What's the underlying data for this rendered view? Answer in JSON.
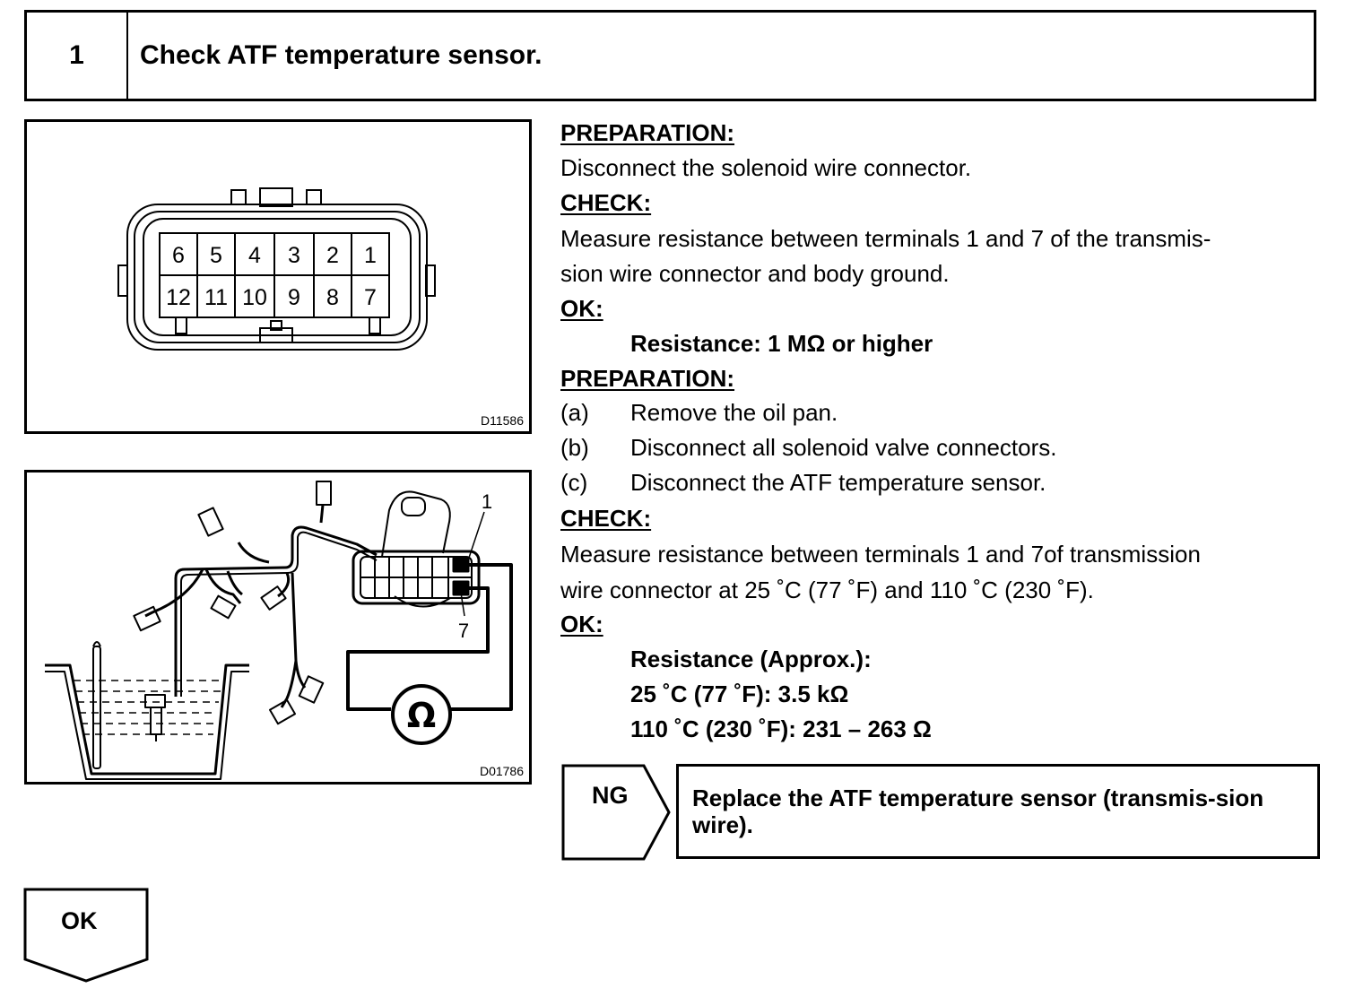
{
  "header": {
    "step_number": "1",
    "title": "Check ATF temperature sensor."
  },
  "figure1": {
    "code": "D11586",
    "pins_top": [
      "6",
      "5",
      "4",
      "3",
      "2",
      "1"
    ],
    "pins_bottom": [
      "12",
      "11",
      "10",
      "9",
      "8",
      "7"
    ]
  },
  "figure2": {
    "code": "D01786",
    "label_terminal_1": "1",
    "label_terminal_7": "7",
    "ohm_symbol": "Ω"
  },
  "instructions": {
    "prep1_heading": "PREPARATION:",
    "prep1_text": "Disconnect the solenoid wire connector.",
    "check1_heading": "CHECK:",
    "check1_line1": "Measure resistance between terminals 1 and 7 of the transmis-",
    "check1_line2": "sion wire connector and body ground.",
    "ok1_heading": "OK:",
    "ok1_spec": "Resistance: 1 MΩ or higher",
    "prep2_heading": "PREPARATION:",
    "prep2_steps": [
      {
        "label": "(a)",
        "text": "Remove the oil pan."
      },
      {
        "label": "(b)",
        "text": "Disconnect all solenoid valve connectors."
      },
      {
        "label": "(c)",
        "text": "Disconnect the ATF temperature sensor."
      }
    ],
    "check2_heading": "CHECK:",
    "check2_line1": "Measure resistance between terminals 1 and 7of transmission",
    "check2_line2": "wire connector at 25 ˚C (77 ˚F) and 110 ˚C (230 ˚F).",
    "ok2_heading": "OK:",
    "ok2_spec_title": "Resistance (Approx.):",
    "ok2_spec_1": "25 ˚C (77 ˚F): 3.5 kΩ",
    "ok2_spec_2": "110 ˚C (230 ˚F): 231 – 263 Ω"
  },
  "ng": {
    "label": "NG",
    "text": "Replace the ATF temperature sensor (transmis-sion wire)."
  },
  "ok": {
    "label": "OK"
  }
}
